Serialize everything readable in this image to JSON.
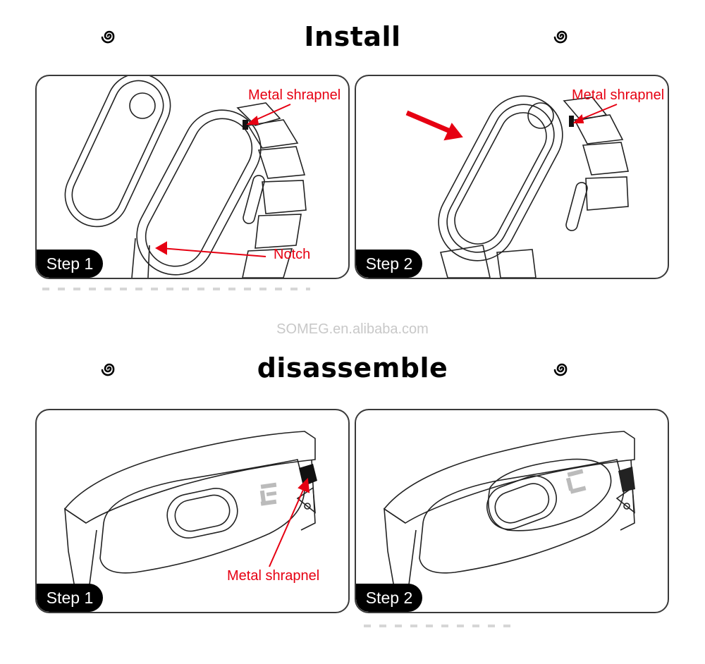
{
  "sections": {
    "install": {
      "title": "Install"
    },
    "disassemble": {
      "title": "disassemble"
    }
  },
  "watermark": "SOMEG.en.alibaba.com",
  "panels": {
    "install_step1": {
      "step": "Step 1",
      "callouts": {
        "top": "Metal shrapnel",
        "bottom": "Notch"
      }
    },
    "install_step2": {
      "step": "Step 2",
      "callouts": {
        "top": "Metal shrapnel"
      }
    },
    "disassemble_step1": {
      "step": "Step 1",
      "callouts": {
        "bottom": "Metal shrapnel"
      }
    },
    "disassemble_step2": {
      "step": "Step 2"
    }
  },
  "colors": {
    "callout": "#e60012",
    "badge": "#000000",
    "line": "#222222"
  },
  "icons": [
    "swirl-ornament-icon"
  ]
}
